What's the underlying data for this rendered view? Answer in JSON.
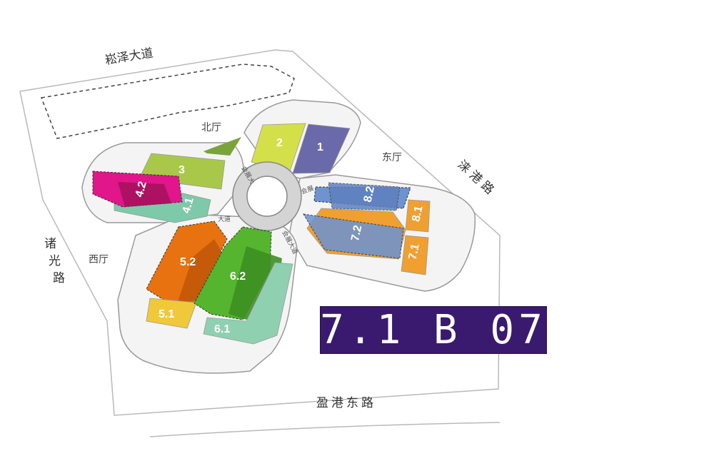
{
  "roads": {
    "north": "崧泽大道",
    "east": "涞港路",
    "west": "诸光路",
    "south": "盈港东路"
  },
  "lobbies": {
    "north": "北厅",
    "east": "东厅",
    "west": "西厅"
  },
  "avenue": {
    "upper_left": "会展大",
    "upper_right": "会展",
    "left": "大道",
    "right": "会展大道"
  },
  "halls": [
    {
      "id": "1",
      "color": "#6a6aaa"
    },
    {
      "id": "2",
      "color": "#d4e04a"
    },
    {
      "id": "3",
      "color": "#a9c84a"
    },
    {
      "id": "4.1",
      "color": "#7ec9a9"
    },
    {
      "id": "4.2",
      "color": "#e0168a"
    },
    {
      "id": "5.1",
      "color": "#f0c93a"
    },
    {
      "id": "5.2",
      "color": "#e8720f"
    },
    {
      "id": "6.1",
      "color": "#8fd0b0"
    },
    {
      "id": "6.2",
      "color": "#55b52e"
    },
    {
      "id": "7.1",
      "color": "#f0a030"
    },
    {
      "id": "7.2",
      "color": "#6f93cf"
    },
    {
      "id": "8.1",
      "color": "#f0a030"
    },
    {
      "id": "8.2",
      "color": "#6f93cf"
    }
  ],
  "booth_label": "7.1 B 07"
}
